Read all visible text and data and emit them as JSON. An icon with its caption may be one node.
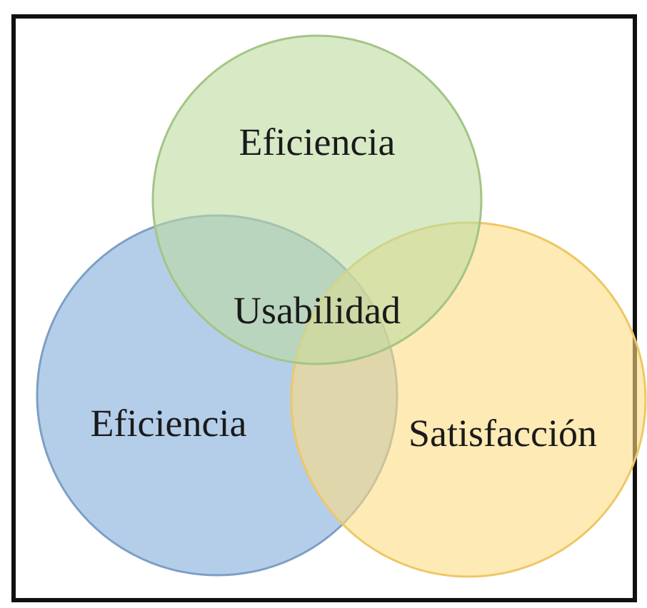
{
  "diagram": {
    "nodes": [
      {
        "text": [
          "Eficiencia"
        ]
      },
      {
        "text": [
          "Eficiencia"
        ]
      },
      {
        "text": [
          "Satisfacción"
        ]
      }
    ],
    "labels": [
      "Usabilidad"
    ]
  }
}
